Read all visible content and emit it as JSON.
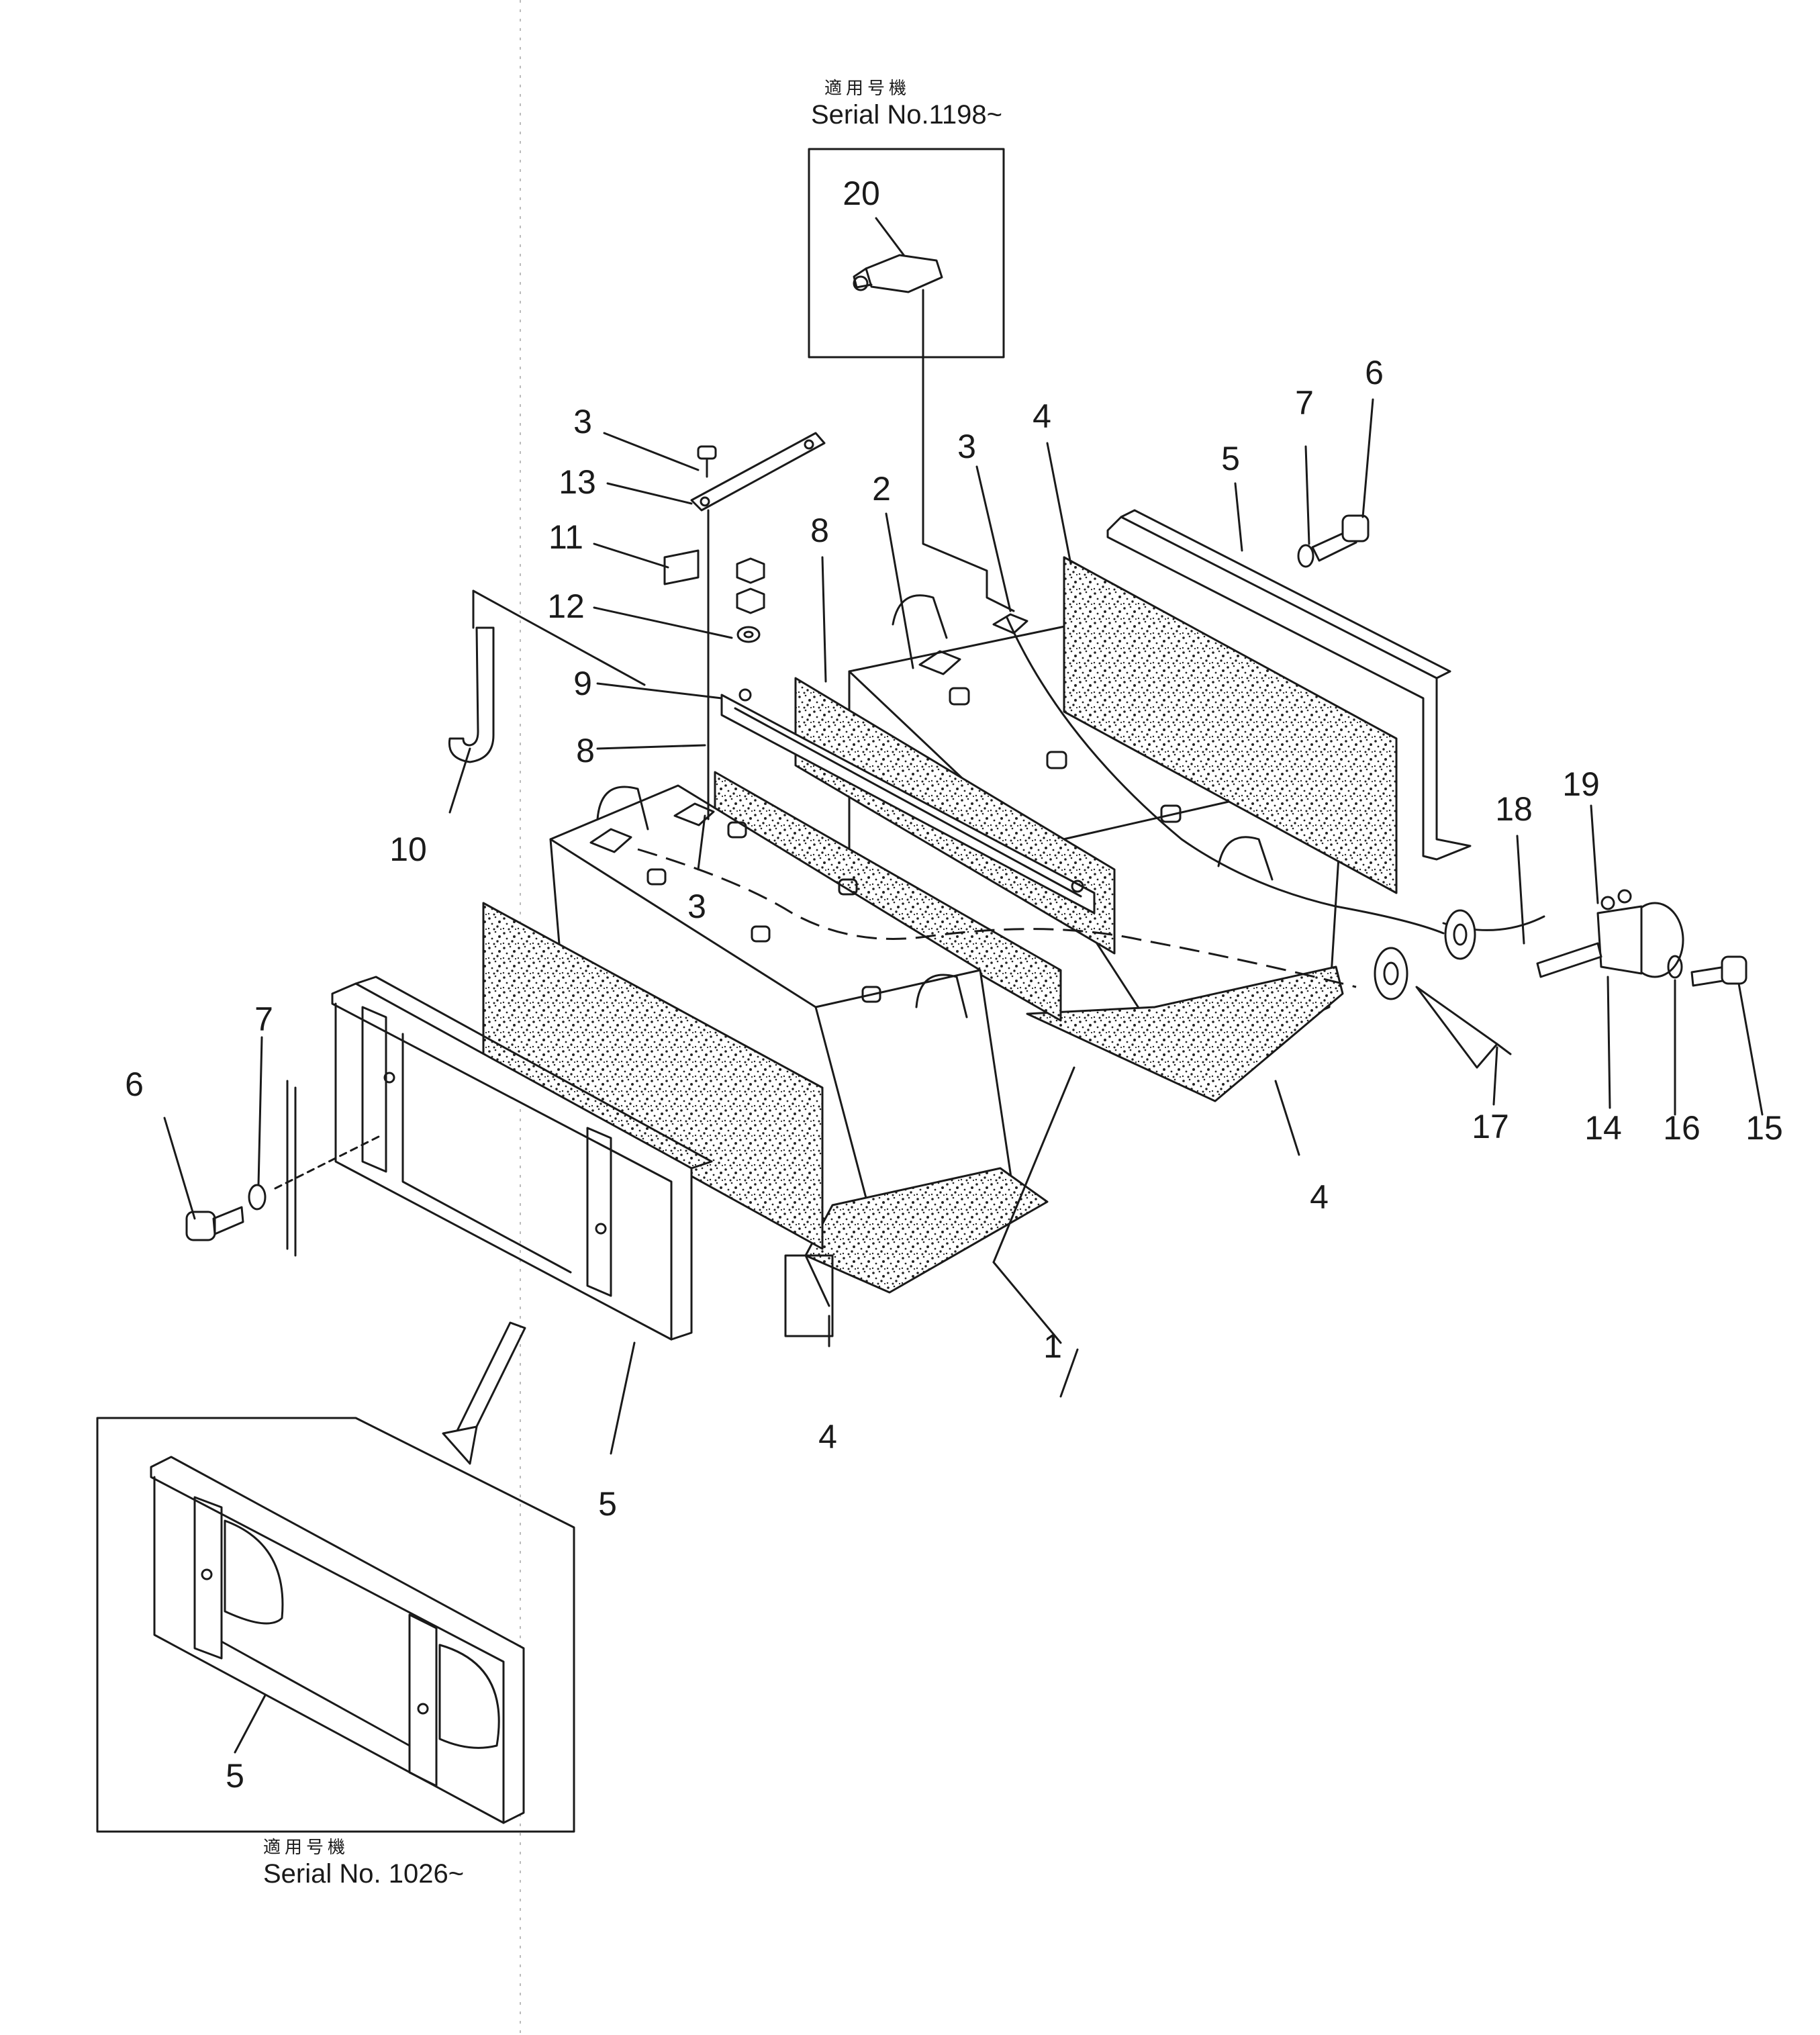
{
  "main_view": {
    "labels": {
      "p1": "1",
      "p2": "2",
      "p3a": "3",
      "p3b": "3",
      "p3c": "3",
      "p4a": "4",
      "p4b": "4",
      "p4c": "4",
      "p5a": "5",
      "p5b": "5",
      "p6a": "6",
      "p6b": "6",
      "p7a": "7",
      "p7b": "7",
      "p8a": "8",
      "p8b": "8",
      "p9": "9",
      "p10": "10",
      "p11": "11",
      "p12": "12",
      "p13": "13",
      "p14": "14",
      "p15": "15",
      "p16": "16",
      "p17": "17",
      "p18": "18",
      "p19": "19"
    }
  },
  "inset_top": {
    "serial_jp": "適用号機",
    "serial_en": "Serial No.1198~",
    "part_label": "20"
  },
  "inset_bottom": {
    "serial_jp": "適用号機",
    "serial_en": "Serial No. 1026~",
    "part_label": "5"
  },
  "colors": {
    "ink": "#1a1a1a",
    "paper": "#ffffff"
  }
}
